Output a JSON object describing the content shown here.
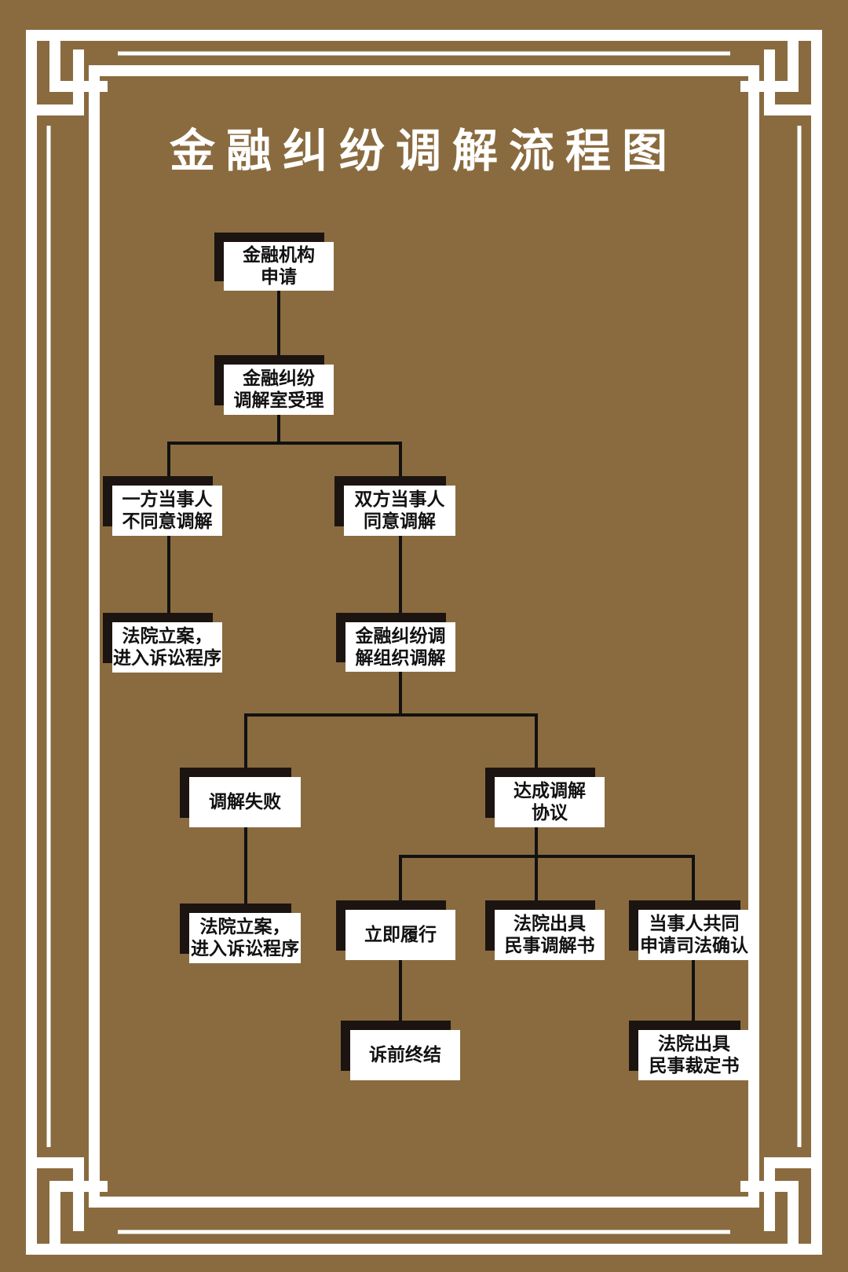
{
  "title": "金融纠纷调解流程图",
  "colors": {
    "background": "#8a6b3f",
    "frame": "#ffffff",
    "box": "#ffffff",
    "box_shadow": "#1b1410",
    "connector": "#111111",
    "title_text": "#ffffff"
  },
  "nodes": {
    "apply": [
      "金融机构",
      "申请"
    ],
    "accept": [
      "金融纠纷",
      "调解室受理"
    ],
    "one_party_disagree": [
      "一方当事人",
      "不同意调解"
    ],
    "both_agree": [
      "双方当事人",
      "同意调解"
    ],
    "court_filing_1": [
      "法院立案，",
      "进入诉讼程序"
    ],
    "org_mediation": [
      "金融纠纷调",
      "解组织调解"
    ],
    "mediation_failed": [
      "调解失败"
    ],
    "agreement_reached": [
      "达成调解",
      "协议"
    ],
    "court_filing_2": [
      "法院立案，",
      "进入诉讼程序"
    ],
    "immediate_performance": [
      "立即履行"
    ],
    "court_mediation_doc": [
      "法院出具",
      "民事调解书"
    ],
    "joint_judicial_confirmation": [
      "当事人共同",
      "申请司法确认"
    ],
    "pre_litigation_end": [
      "诉前终结"
    ],
    "court_ruling_doc": [
      "法院出具",
      "民事裁定书"
    ]
  }
}
